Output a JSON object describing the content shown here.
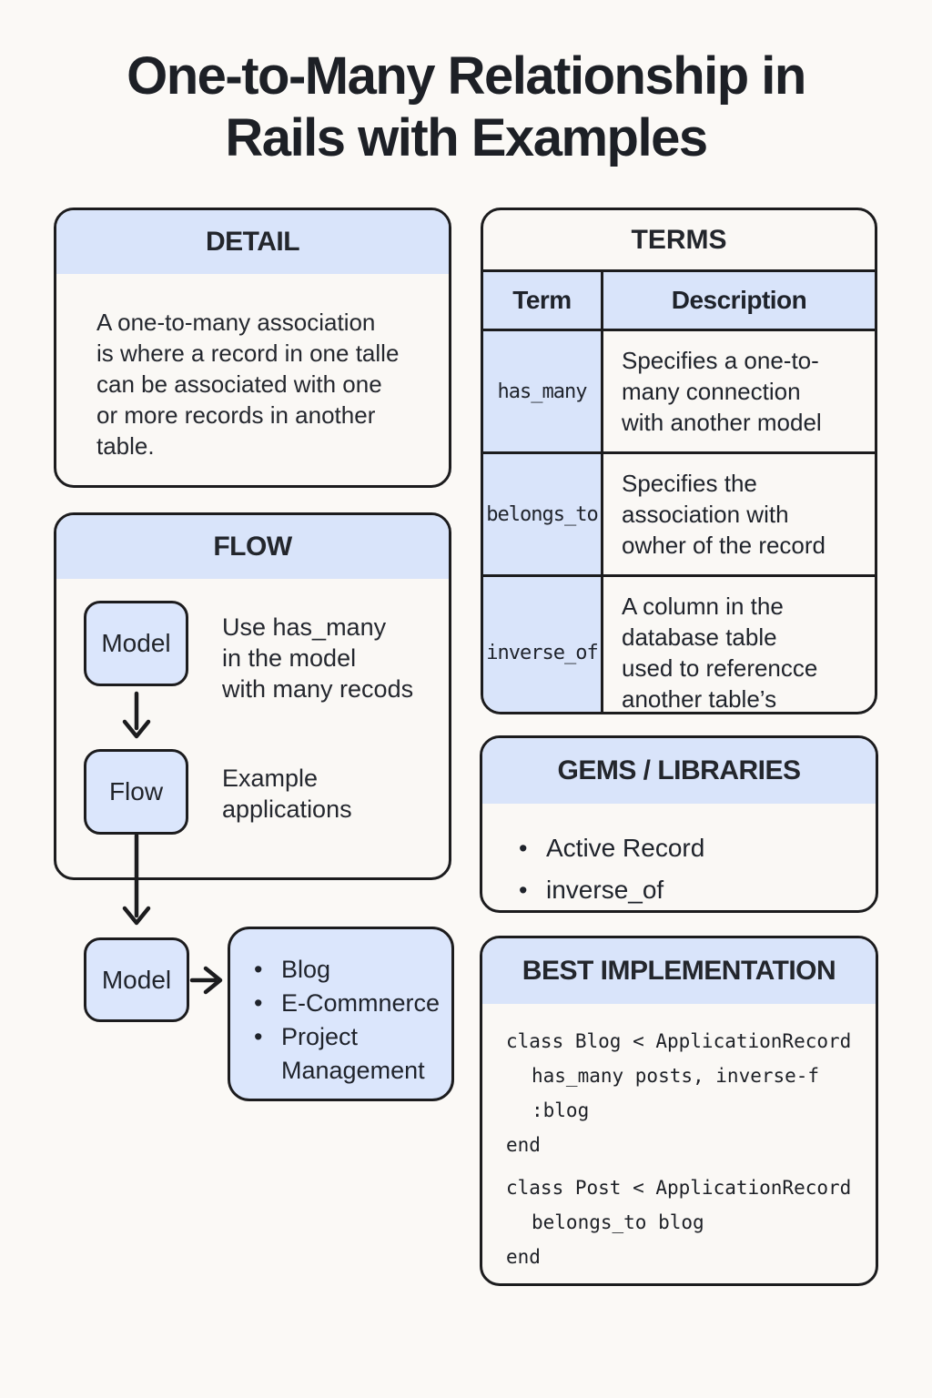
{
  "title": {
    "line1": "One-to-Many Relationship in",
    "line2": "Rails with Examples"
  },
  "detail": {
    "header": "DETAIL",
    "body": "A one-to-many association\nis where a record in one talle\ncan be associated with one\nor more records in another\ntable."
  },
  "terms": {
    "header": "TERMS",
    "col_term": "Term",
    "col_description": "Description",
    "rows": [
      {
        "term": "has_many",
        "description": "Specifies a one-to-\nmany connection\nwith another model"
      },
      {
        "term": "belongs_to",
        "description": "Specifies the\nassociation with\nowher of the record"
      },
      {
        "term": "inverse_of",
        "description": "A column in the\ndatabase table\nused to referencce\nanother table’s"
      }
    ]
  },
  "flow": {
    "header": "FLOW",
    "node1_label": "Model",
    "node1_note": "Use has_many\nin the model\nwith many recods",
    "node2_label": "Flow",
    "node2_note": "Example\napplications",
    "node3_label": "Model",
    "examples": [
      "Blog",
      "E-Commnerce",
      "Project Management"
    ]
  },
  "gems": {
    "header": "GEMS / LIBRARIES",
    "items": [
      "Active Record",
      "inverse_of"
    ]
  },
  "best": {
    "header": "BEST IMPLEMENTATION",
    "code_lines": [
      "class Blog < ApplicationRecord",
      "has_many posts, inverse-f",
      ":blog",
      "end",
      "class Post < ApplicationRecord",
      "belongs_to blog",
      "end"
    ]
  },
  "colors": {
    "background": "#fbf9f6",
    "card_background": "#faf8f5",
    "accent_blue": "#d9e4fa",
    "node_blue": "#dbe6fc",
    "border": "#1c1c1e",
    "text": "#1f232b"
  }
}
